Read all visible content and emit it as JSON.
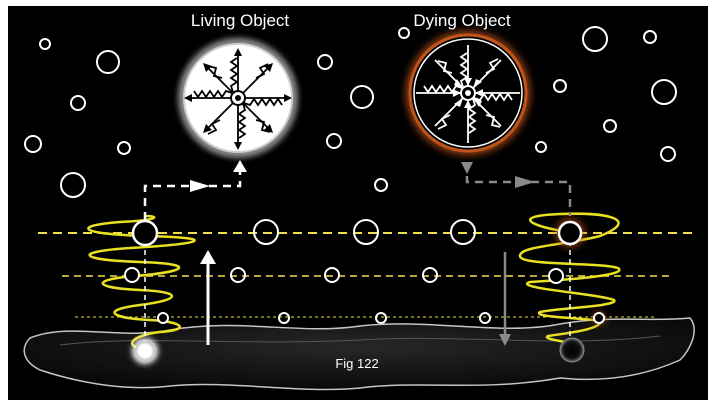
{
  "living_object": {
    "title": "Living Object"
  },
  "dying_object": {
    "title": "Dying Object"
  },
  "caption": "Fig 122",
  "colors": {
    "background": "#000000",
    "frame": "#ffffff",
    "bubble_stroke": "#ffffff",
    "dashed_guide": "#f0e050",
    "spiral": "#e8e020",
    "living_halo": "#ffffff",
    "dying_halo": "#c0541a",
    "dying_arrow": "#8a8a8a",
    "living_arrow": "#ffffff"
  },
  "icons": {
    "living_sphere": "sphere-with-outward-waves",
    "dying_sphere": "sphere-with-inward-waves",
    "up_arrow": "arrow-up",
    "down_arrow": "arrow-down"
  }
}
